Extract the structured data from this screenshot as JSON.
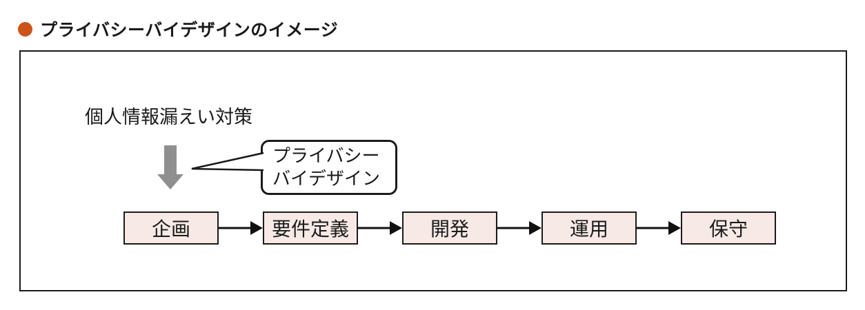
{
  "colors": {
    "bullet": "#cd5418",
    "stage_fill": "#f6e9e6",
    "line": "#1a1a1a",
    "gray_arrow": "#8f8f8f"
  },
  "title": "プライバシーバイデザインのイメージ",
  "diagram": {
    "top_label": "個人情報漏えい対策",
    "callout": [
      "プライバシー",
      "バイデザイン"
    ],
    "stages": [
      "企画",
      "要件定義",
      "開発",
      "運用",
      "保守"
    ]
  }
}
